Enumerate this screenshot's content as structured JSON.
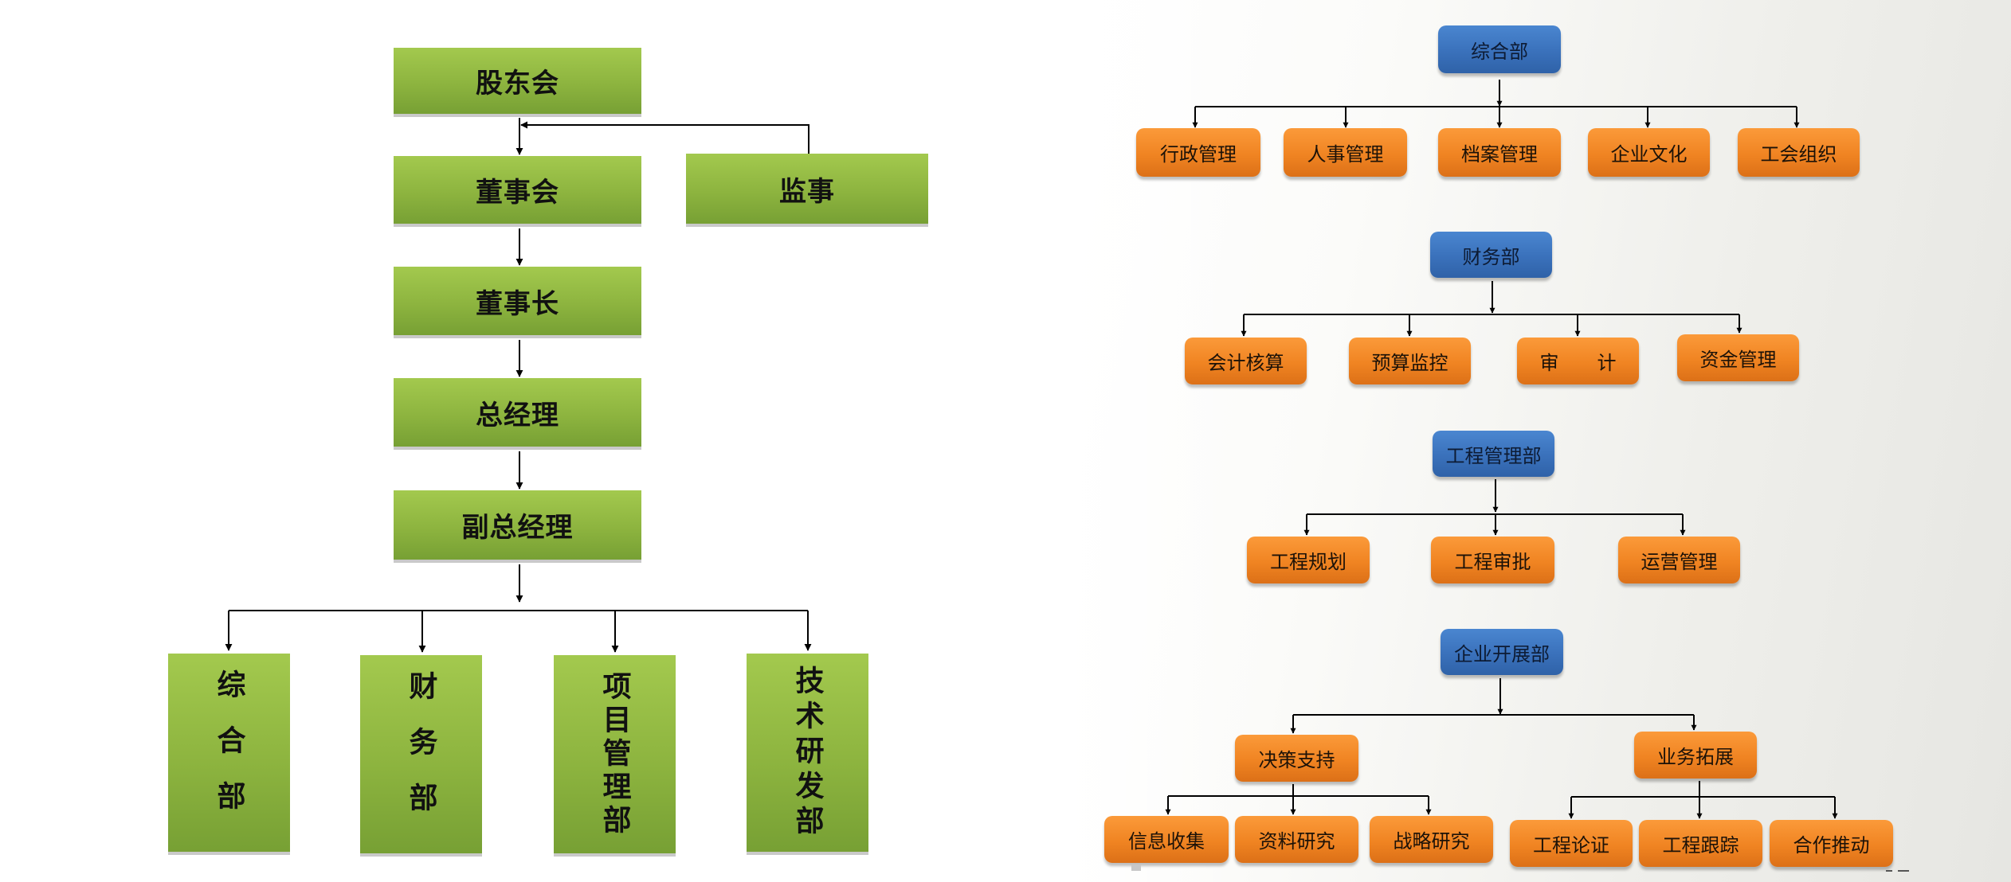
{
  "left_chart": {
    "shareholders": "股东会",
    "board": "董事会",
    "supervisor": "监事",
    "chairman": "董事长",
    "general_manager": "总经理",
    "deputy_gm": "副总经理",
    "departments": [
      "综合部",
      "财务部",
      "项目管理部",
      "技术研发部"
    ]
  },
  "right_chart": {
    "general_dept": {
      "title": "综合部",
      "children": [
        "行政管理",
        "人事管理",
        "档案管理",
        "企业文化",
        "工会组织"
      ]
    },
    "finance_dept": {
      "title": "财务部",
      "children": [
        "会计核算",
        "预算监控",
        "审　　计",
        "资金管理"
      ]
    },
    "engineering_dept": {
      "title": "工程管理部",
      "children": [
        "工程规划",
        "工程审批",
        "运营管理"
      ]
    },
    "development_dept": {
      "title": "企业开展部",
      "branches": [
        {
          "title": "决策支持",
          "children": [
            "信息收集",
            "资料研究",
            "战略研究"
          ]
        },
        {
          "title": "业务拓展",
          "children": [
            "工程论证",
            "工程跟踪",
            "合作推动"
          ]
        }
      ]
    }
  },
  "colors": {
    "green": "#8db43f",
    "blue": "#3a71bb",
    "orange": "#f08422",
    "line": "#000000"
  }
}
